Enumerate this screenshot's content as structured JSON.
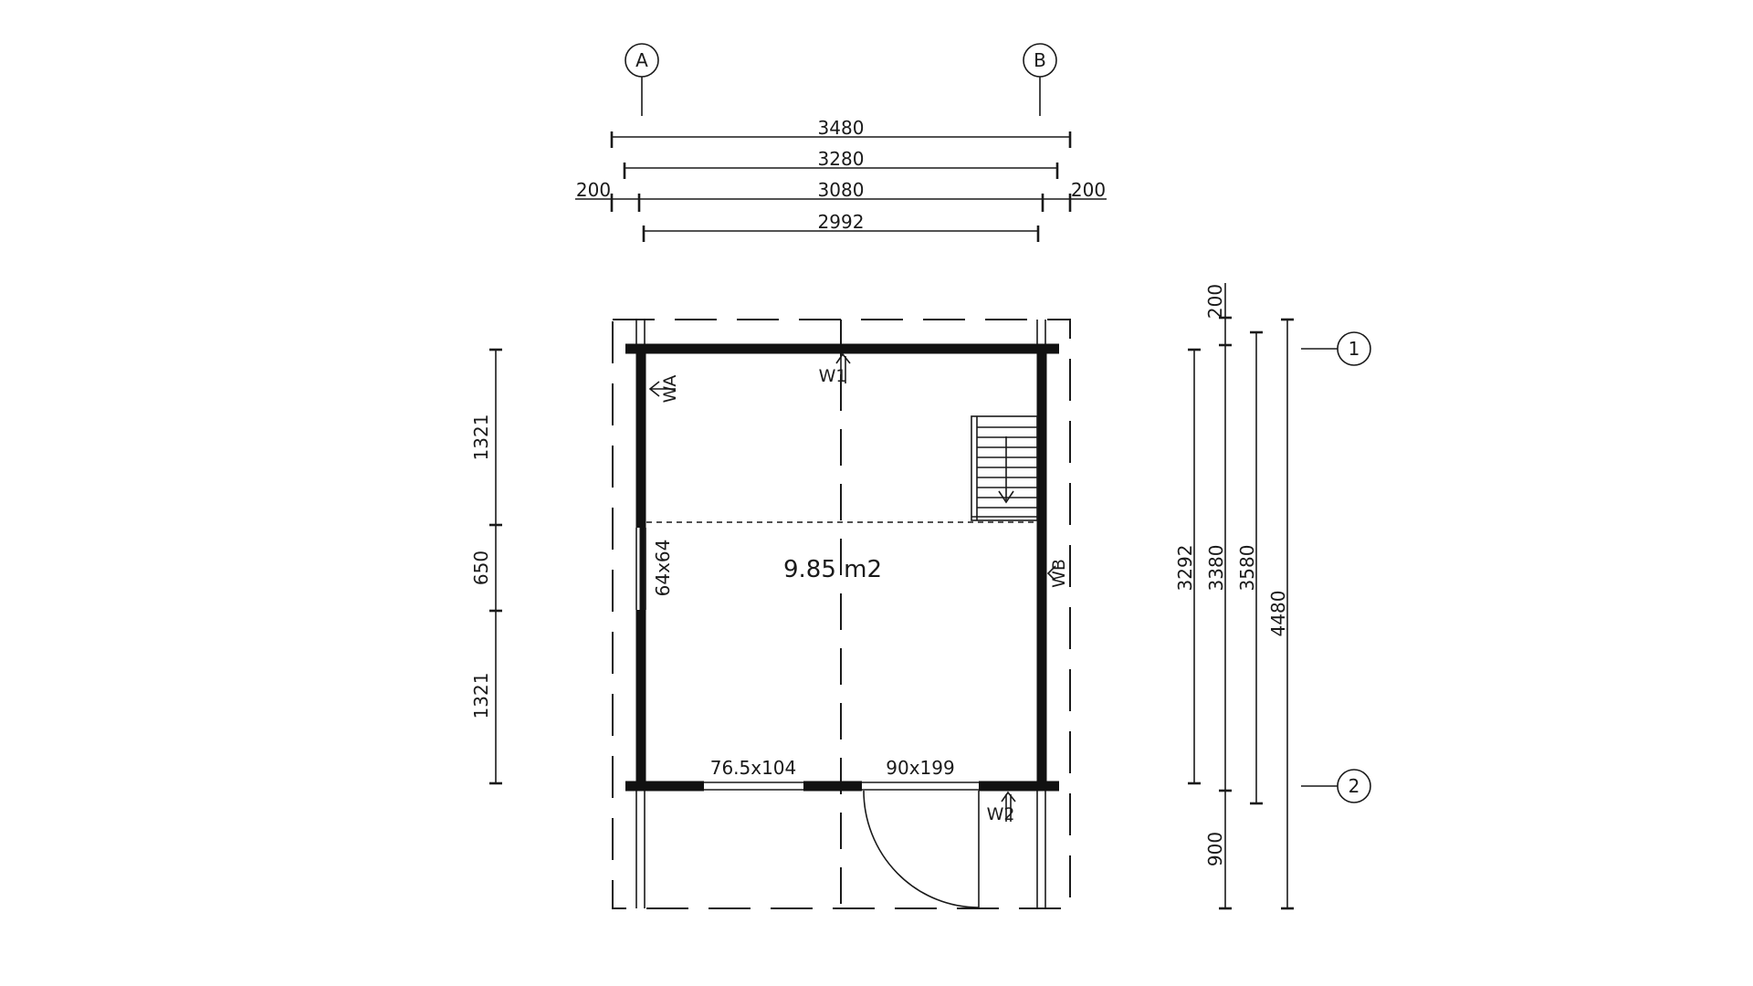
{
  "axes": {
    "column_a": "A",
    "column_b": "B",
    "row_1": "1",
    "row_2": "2"
  },
  "dims_horizontal": {
    "overall_roof": "3480",
    "roof_inner": "3280",
    "wall_outer": "3080",
    "overhang_left": "200",
    "overhang_right": "200",
    "wall_inner": "2992"
  },
  "dims_left": {
    "segment_top": "1321",
    "segment_middle": "650",
    "segment_bottom": "1321"
  },
  "dims_right": {
    "overhang_top": "200",
    "porch": "900",
    "inner_depth": "3292",
    "wall_depth": "3380",
    "outer_depth": "3580",
    "overall_depth": "4480"
  },
  "room": {
    "area": "9.85 m2"
  },
  "openings": {
    "side_window": "64x64",
    "front_window": "76.5x104",
    "door": "90x199"
  },
  "wall_tags": {
    "w1": "W1",
    "w2": "W2",
    "wa": "WA",
    "wb": "WB"
  }
}
